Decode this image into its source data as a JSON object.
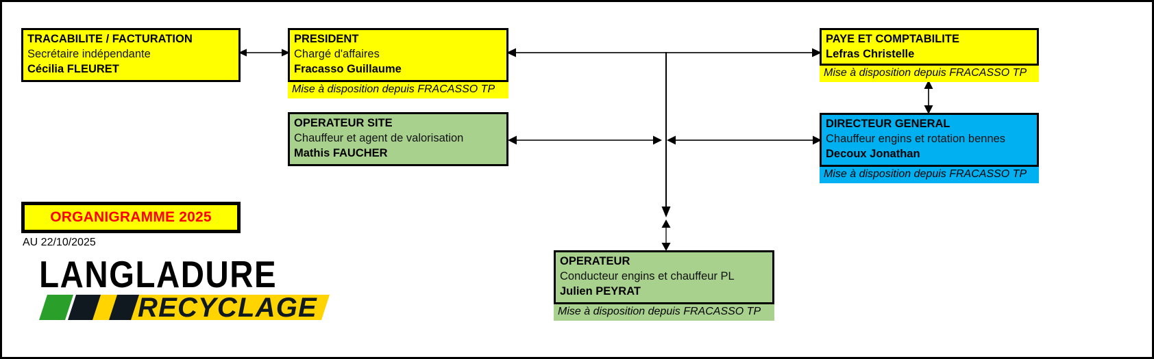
{
  "document": {
    "kind": "organization-chart",
    "title_badge": "ORGANIGRAMME 2025",
    "date_label": "AU 22/10/2025",
    "logo": {
      "word_top": "LANGLADURE",
      "word_bottom": "RECYCLAGE"
    }
  },
  "colors": {
    "yellow": "#ffff00",
    "green": "#a9d18e",
    "blue": "#00b0f0",
    "border": "#000000",
    "badge_text": "#ff0000",
    "background": "#ffffff"
  },
  "nodes": [
    {
      "id": "tracabilite-facturation",
      "title": "TRACABILITE / FACTURATION",
      "role": "Secrétaire indépendante",
      "person": "Cécilia FLEURET",
      "note": "",
      "fill": "yellow"
    },
    {
      "id": "president",
      "title": "PRESIDENT",
      "role": "Chargé d'affaires",
      "person": "Fracasso Guillaume",
      "note": "Mise à disposition depuis FRACASSO TP",
      "fill": "yellow"
    },
    {
      "id": "operateur-site",
      "title": "OPERATEUR SITE",
      "role": "Chauffeur et agent de valorisation",
      "person": "Mathis FAUCHER",
      "note": "",
      "fill": "green"
    },
    {
      "id": "paye-et-comptabilite",
      "title": "PAYE ET COMPTABILITE",
      "role": "",
      "person": "Lefras Christelle",
      "note": "Mise à disposition depuis FRACASSO TP",
      "fill": "yellow"
    },
    {
      "id": "directeur-general",
      "title": "DIRECTEUR GENERAL",
      "role": "Chauffeur engins et rotation bennes",
      "person": "Decoux Jonathan",
      "note": "Mise à disposition depuis FRACASSO TP",
      "fill": "blue"
    },
    {
      "id": "operateur",
      "title": "OPERATEUR",
      "role": "Conducteur engins et chauffeur PL",
      "person": "Julien PEYRAT",
      "note": "Mise à disposition depuis FRACASSO TP",
      "fill": "green"
    }
  ]
}
